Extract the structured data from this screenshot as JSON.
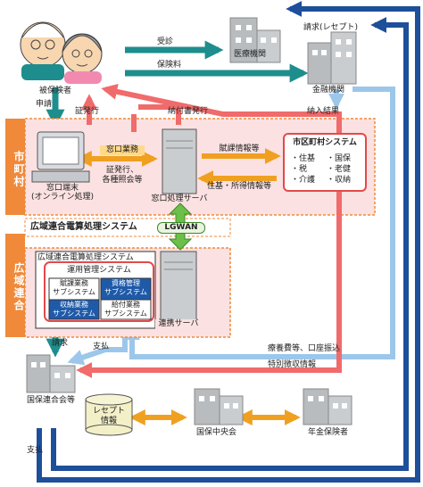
{
  "sections": {
    "municipality": "市町村",
    "union": "広域連合",
    "union_system_band": "広域連合電算処理システム"
  },
  "actors": {
    "insured": "被保険者",
    "medical": "医療機関",
    "finance": "金融機関",
    "kokuho_rengokai": "国保連合会等",
    "kokuho_chuokai": "国保中央会",
    "pension_insurer": "年金保険者"
  },
  "systems": {
    "window_terminal": "窓口端末",
    "window_terminal_sub": "(オンライン処理)",
    "window_server": "窓口処理サーバ",
    "municipal_system": "市区町村システム",
    "municipal_items": [
      "・住基",
      "・国保",
      "・税",
      "・老健",
      "・介護",
      "・収納"
    ],
    "lgwan": "LGWAN",
    "union_computer_system": "広域連合電算処理システム",
    "ops_mgmt": "運用管理システム",
    "sub_assessment": "賦課業務\nサブシステム",
    "sub_eligibility": "資格管理\nサブシステム",
    "sub_collection": "収納業務\nサブシステム",
    "sub_benefit": "給付業務\nサブシステム",
    "link_server": "連携サーバ",
    "receipt": "レセプト\n情報"
  },
  "flows": {
    "consult": "受診",
    "premium": "保険料",
    "apply": "申請",
    "cert_issue": "証発行",
    "notice_issue": "納付書発行",
    "window_work": "窓口業務",
    "window_work_detail": "証発行、\n各種照会等",
    "assessment_info": "賦課情報等",
    "resident_tax_info": "住基・所得情報等",
    "payment_result": "納入結果",
    "billing_receipt": "請求(レセプト)",
    "claim": "請求",
    "pay": "支払",
    "medical_fee": "療養費等、口座振込",
    "special_collection": "特別徴収情報",
    "payment": "支払"
  },
  "colors": {
    "red_arrow": "#f06b6b",
    "teal_arrow": "#1e8d8d",
    "blue_arrow": "#9cc7ea",
    "navy_arrow": "#1d4f9a",
    "orange_band": "#f08a3a",
    "pink_panel": "#fbe1e1",
    "building": "#b8bcbf"
  }
}
